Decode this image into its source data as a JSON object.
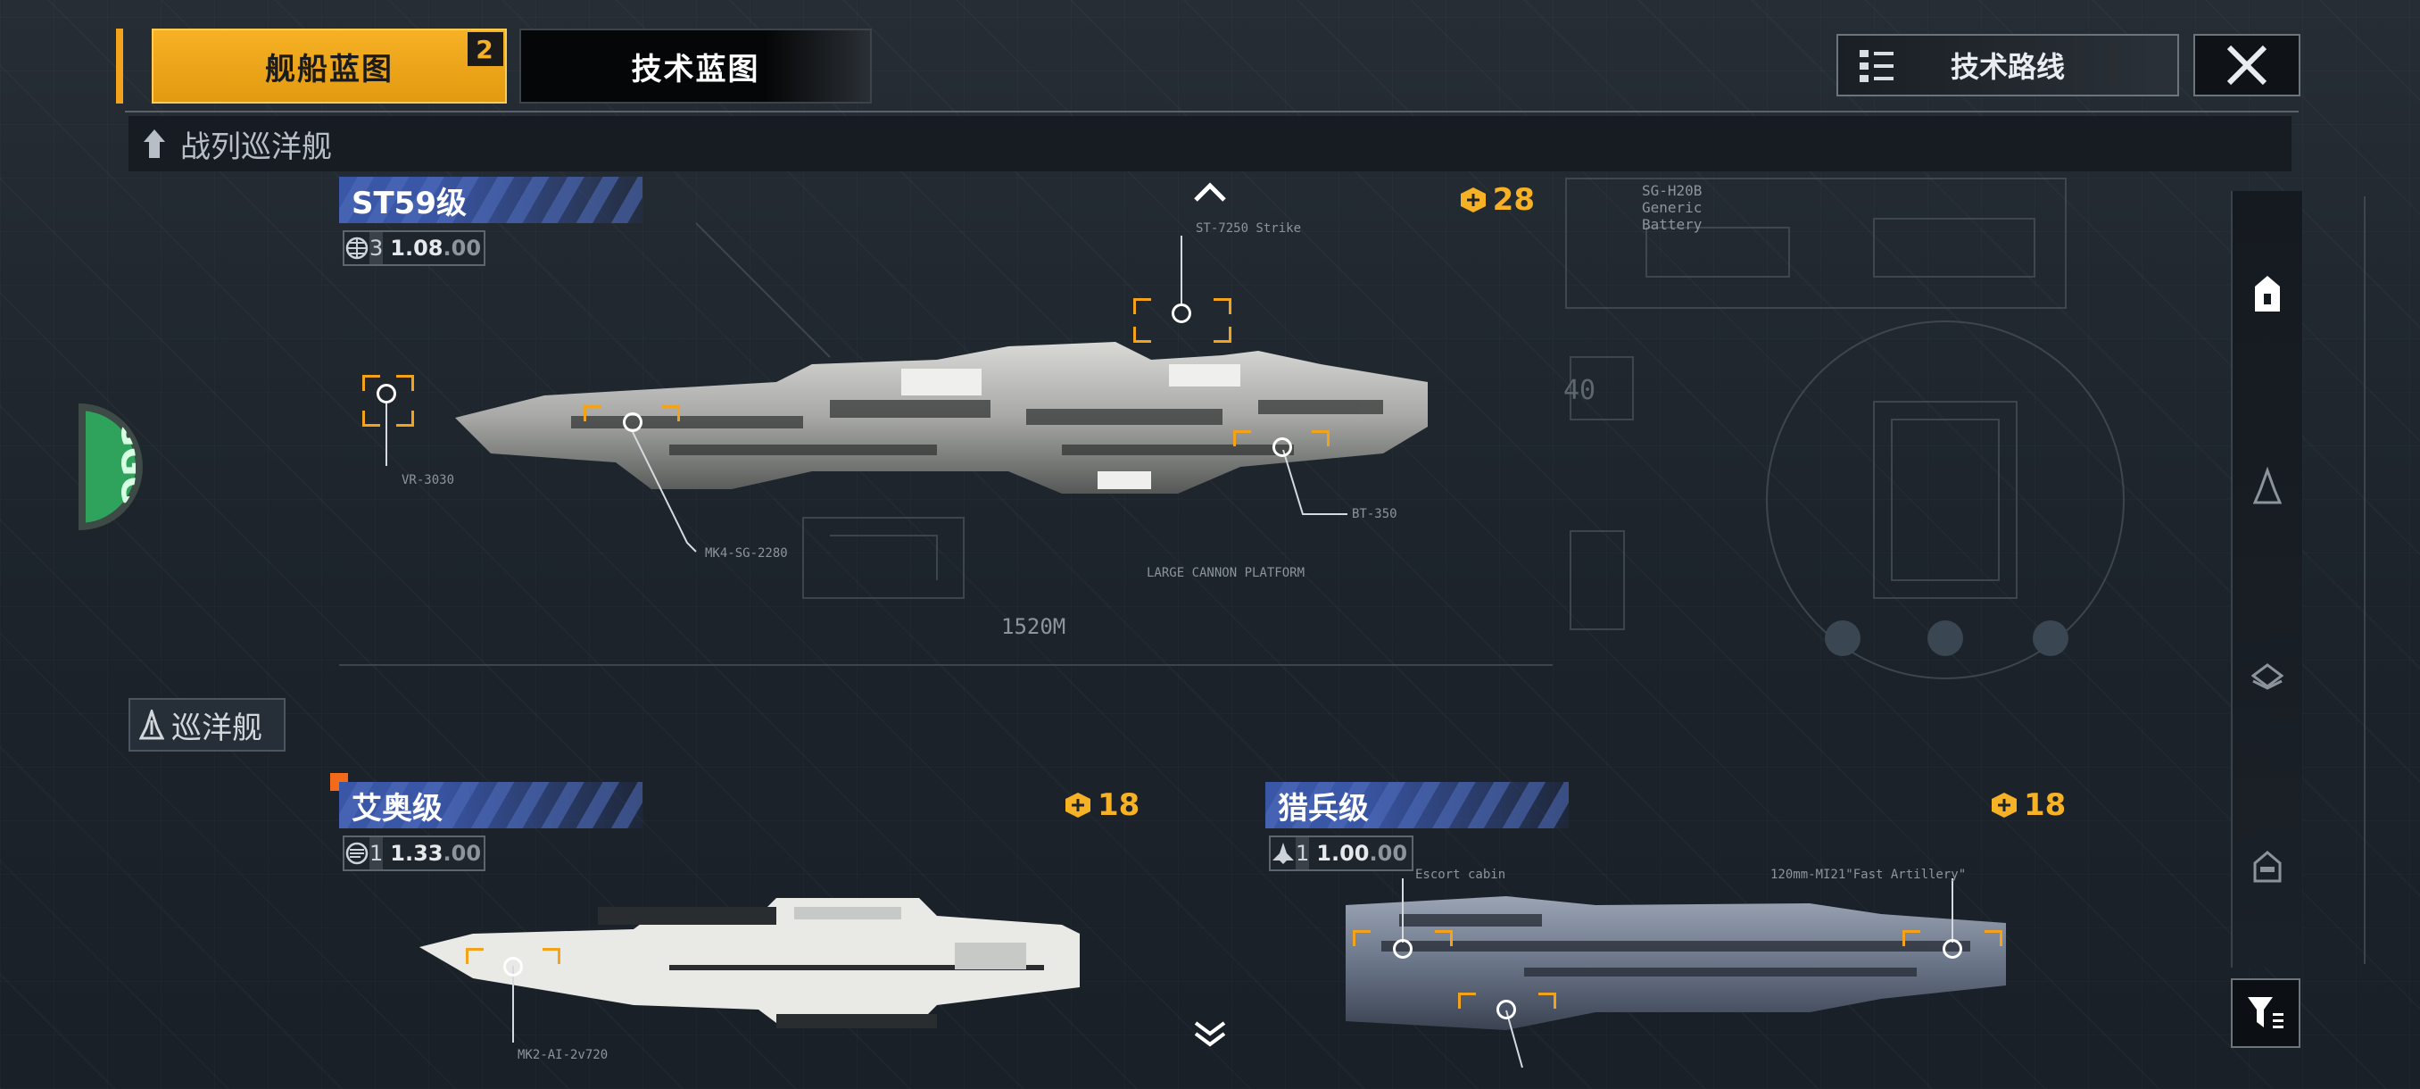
{
  "tabs": {
    "ship_blueprint": "舰船蓝图",
    "ship_blueprint_badge": "2",
    "tech_blueprint": "技术蓝图"
  },
  "header": {
    "tech_route": "技术路线"
  },
  "sections": {
    "battlecruiser": "战列巡洋舰",
    "cruiser": "巡洋舰"
  },
  "ships": [
    {
      "name": "ST59级",
      "tier": "3",
      "value": "1.08",
      "value_suffix": ".00",
      "cost": "28",
      "labels": {
        "length": "1520M",
        "turret_left": "MK4-SG-2280",
        "turret_right": "BT-350",
        "top": "ST-7250 Strike",
        "battery": "SG-H20B Generic Battery",
        "cannon": "LARGE CANNON PLATFORM",
        "side_a": "VR-3030",
        "scale": "40"
      }
    },
    {
      "name": "艾奥级",
      "tier": "1",
      "value": "1.33",
      "value_suffix": ".00",
      "cost": "18",
      "labels": {
        "turret": "MK2-AI-2v720"
      }
    },
    {
      "name": "猎兵级",
      "tier": "1",
      "value": "1.00",
      "value_suffix": ".00",
      "cost": "18",
      "labels": {
        "escort": "Escort cabin",
        "artillery": "120mm-MI21\"Fast Artillery\""
      }
    }
  ],
  "icons": {
    "close": "close-icon",
    "route": "tech-tree-icon",
    "cost": "blueprint-cost-icon",
    "filter": "filter-icon"
  },
  "colors": {
    "accent": "#f6b125",
    "name_strip": "#3a56a6",
    "background": "#1d242c"
  }
}
